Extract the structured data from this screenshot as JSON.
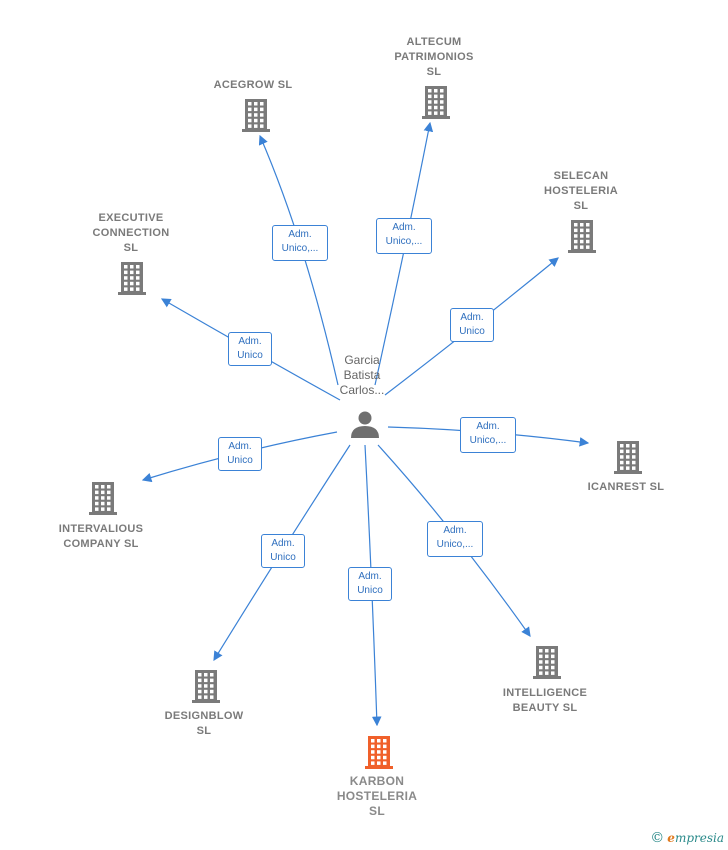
{
  "center": {
    "label": "Garcia\nBatista\nCarlos..."
  },
  "companies": [
    {
      "id": "acegrow",
      "label": "ACEGROW  SL",
      "edge": "Adm.\nUnico,...",
      "highlight": false
    },
    {
      "id": "altecum",
      "label": "ALTECUM\nPATRIMONIOS\nSL",
      "edge": "Adm.\nUnico,...",
      "highlight": false
    },
    {
      "id": "selecan",
      "label": "SELECAN\nHOSTELERIA\nSL",
      "edge": "Adm.\nUnico",
      "highlight": false
    },
    {
      "id": "executive",
      "label": "EXECUTIVE\nCONNECTION\nSL",
      "edge": "Adm.\nUnico",
      "highlight": false
    },
    {
      "id": "icanrest",
      "label": "ICANREST  SL",
      "edge": "Adm.\nUnico,...",
      "highlight": false
    },
    {
      "id": "intervalious",
      "label": "INTERVALIOUS\nCOMPANY  SL",
      "edge": "Adm.\nUnico",
      "highlight": false
    },
    {
      "id": "intelligence",
      "label": "INTELLIGENCE\nBEAUTY  SL",
      "edge": "Adm.\nUnico,...",
      "highlight": false
    },
    {
      "id": "designblow",
      "label": "DESIGNBLOW\nSL",
      "edge": "Adm.\nUnico",
      "highlight": false
    },
    {
      "id": "karbon",
      "label": "KARBON\nHOSTELERIA\nSL",
      "edge": "Adm.\nUnico",
      "highlight": true
    }
  ],
  "colors": {
    "edge": "#3b82d6",
    "building": "#7a7a7a",
    "highlight": "#f0602a",
    "person": "#6f6f6f"
  },
  "brand": {
    "symbol": "©",
    "name": "mpresia",
    "initial": "e"
  }
}
